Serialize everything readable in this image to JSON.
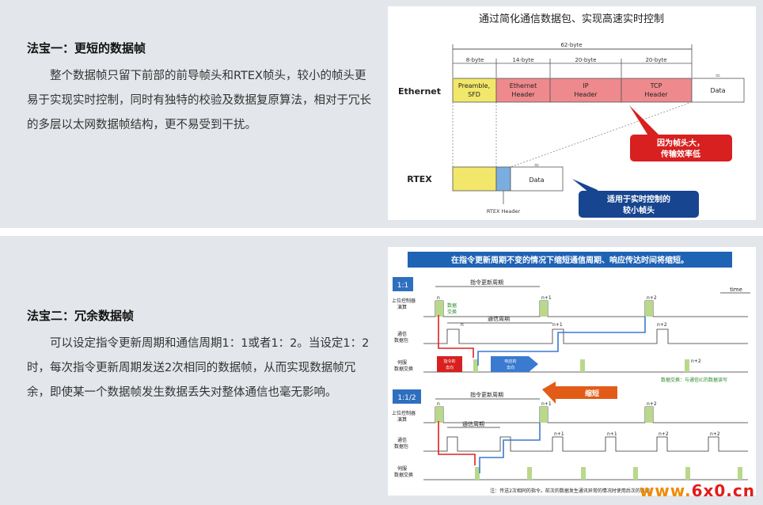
{
  "section1": {
    "heading": "法宝一：更短的数据帧",
    "body": "整个数据帧只留下前部的前导帧头和RTEX帧头，较小的帧头更易于实现实时控制，同时有独特的校验及数据复原算法，相对于冗长的多层以太网数据帧结构，更不易受到干扰。",
    "figure": {
      "title": "通过简化通信数据包、实现高速实时控制",
      "total_label": "62-byte",
      "segment_byte_labels": [
        "8-byte",
        "14-byte",
        "20-byte",
        "20-byte"
      ],
      "ethernet_label": "Ethernet",
      "rtex_label": "RTEX",
      "eth_fields": [
        {
          "line1": "Preamble,",
          "line2": "SFD"
        },
        {
          "line1": "Ethernet",
          "line2": "Header"
        },
        {
          "line1": "IP",
          "line2": "Header"
        },
        {
          "line1": "TCP",
          "line2": "Header"
        },
        {
          "line1": "Data",
          "line2": ""
        }
      ],
      "rtex_data_label": "Data",
      "rtex_header_label": "RTEX Header",
      "callout_red_line1": "因为帧头大，",
      "callout_red_line2": "传输效率低",
      "callout_blue_line1": "适用于实时控制的",
      "callout_blue_line2": "较小帧头",
      "colors": {
        "yellow": "#f2e76a",
        "pink": "#ee8a8e",
        "blue_hdr": "#7aaee0",
        "red": "#d7201f",
        "navy": "#17458f"
      }
    }
  },
  "section2": {
    "heading": "法宝二：冗余数据帧",
    "body": "可以设定指令更新周期和通信周期1：1或者1：2。当设定1：2时，每次指令更新周期发送2次相同的数据帧，从而实现数据帧冗余，即使某一个数据帧发生数据丢失对整体通信也毫无影响。",
    "figure": {
      "banner": "在指令更新周期不变的情况下缩短通信周期、响应传达时间将缩短。",
      "ratio_1": "1:1",
      "ratio_2": "1:1/2",
      "cmd_period": "指令更新周期",
      "comm_period": "通信周期",
      "time_label": "time",
      "row_ctrl_1": "上位控制器",
      "row_ctrl_2": "演算",
      "row_comm_1": "通信",
      "row_comm_2": "数据包",
      "row_servo_1": "伺服",
      "row_servo_2": "数据交换",
      "data_exchange": "数据\n交换",
      "red_tag": "指令的\n去向",
      "blue_tag": "响应的\n去向",
      "shorten": "缩短",
      "legend": "数据交换：与通信IC的数据读写",
      "n": "n",
      "n1": "n+1",
      "n2": "n+2",
      "note": "注：传送2次相同的指令。前次的数据发生通讯异常的情况时使用后次的数据"
    }
  },
  "watermark": {
    "www": "www.",
    "domain": "6x0.cn"
  }
}
